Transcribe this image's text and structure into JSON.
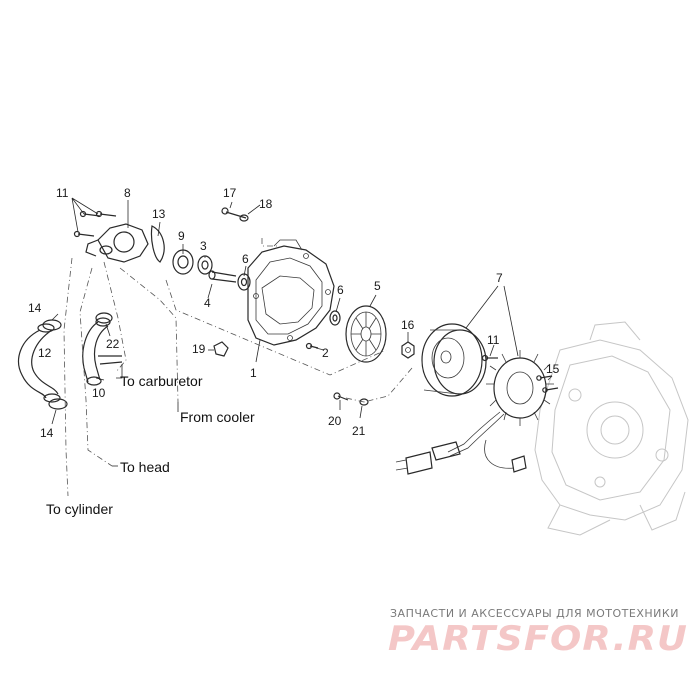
{
  "diagram": {
    "callouts": [
      {
        "id": "c1",
        "label": "1"
      },
      {
        "id": "c2",
        "label": "2"
      },
      {
        "id": "c3",
        "label": "3"
      },
      {
        "id": "c4",
        "label": "4"
      },
      {
        "id": "c5",
        "label": "5"
      },
      {
        "id": "c6a",
        "label": "6"
      },
      {
        "id": "c6b",
        "label": "6"
      },
      {
        "id": "c7",
        "label": "7"
      },
      {
        "id": "c8",
        "label": "8"
      },
      {
        "id": "c9",
        "label": "9"
      },
      {
        "id": "c10",
        "label": "10"
      },
      {
        "id": "c11a",
        "label": "11"
      },
      {
        "id": "c11b",
        "label": "11"
      },
      {
        "id": "c12",
        "label": "12"
      },
      {
        "id": "c13",
        "label": "13"
      },
      {
        "id": "c14a",
        "label": "14"
      },
      {
        "id": "c14b",
        "label": "14"
      },
      {
        "id": "c15",
        "label": "15"
      },
      {
        "id": "c16",
        "label": "16"
      },
      {
        "id": "c17",
        "label": "17"
      },
      {
        "id": "c18",
        "label": "18"
      },
      {
        "id": "c19",
        "label": "19"
      },
      {
        "id": "c20",
        "label": "20"
      },
      {
        "id": "c21",
        "label": "21"
      },
      {
        "id": "c22",
        "label": "22"
      }
    ],
    "captions": {
      "to_carburetor": "To carburetor",
      "from_cooler": "From cooler",
      "to_head": "To head",
      "to_cylinder": "To cylinder"
    }
  },
  "watermark": {
    "tagline": "ЗАПЧАСТИ И АКСЕССУАРЫ ДЛЯ МОТОТЕХНИКИ",
    "logo_text": "PARTSFOR.RU",
    "logo_color": "#f4c7c7"
  }
}
